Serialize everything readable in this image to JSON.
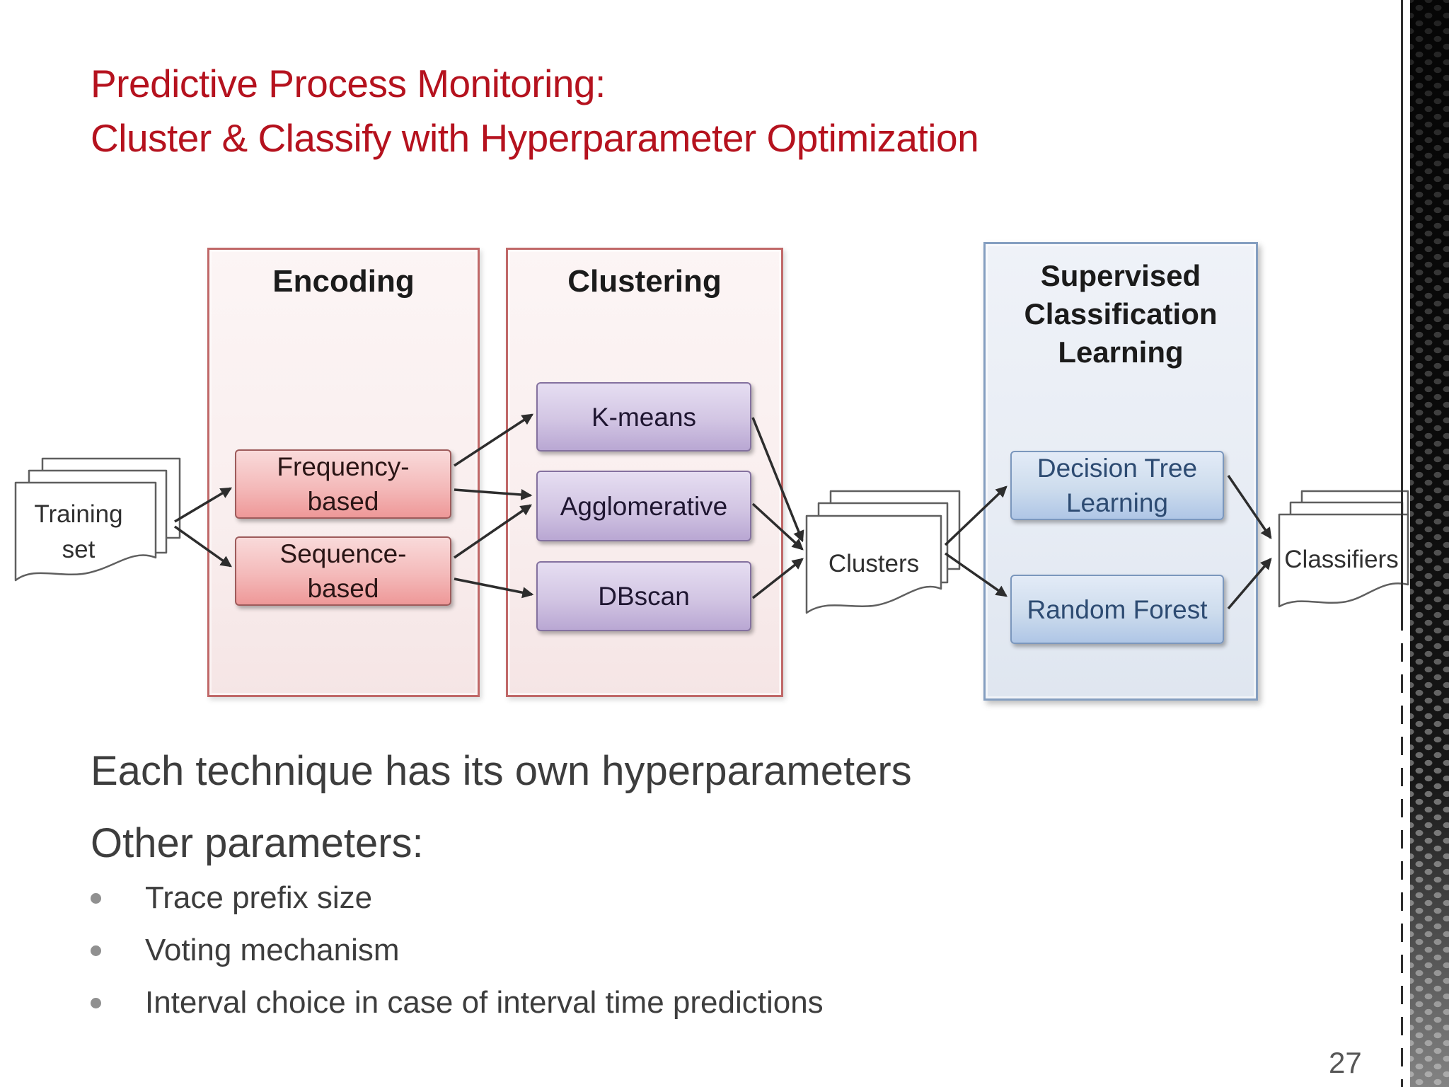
{
  "colors": {
    "title-red": "#b5121e",
    "body-text": "#3d3d3d",
    "bullet-dot": "#909090",
    "page-number": "#575757",
    "arrow": "#2d2d2d",
    "doc-border": "#5f5f5f",
    "pink-panel-border": "#c06868",
    "pink-box-border": "#9e5b5b",
    "purple-box-border": "#84719f",
    "blue-panel-border": "#849ec0",
    "blue-box-border": "#7b97bd",
    "blue-box-text": "#2d4b72"
  },
  "title": {
    "line1": "Predictive Process Monitoring:",
    "line2": "Cluster & Classify with Hyperparameter Optimization"
  },
  "diagram": {
    "documents": {
      "training": "Training set",
      "clusters": "Clusters",
      "classifiers": "Classifiers"
    },
    "panels": [
      {
        "title": "Encoding",
        "boxes": [
          "Frequency-based",
          "Sequence-based"
        ]
      },
      {
        "title": "Clustering",
        "boxes": [
          "K-means",
          "Agglomerative",
          "DBscan"
        ]
      },
      {
        "title": "Supervised Classification Learning",
        "boxes": [
          "Decision Tree Learning",
          "Random Forest"
        ]
      }
    ]
  },
  "body": {
    "statement": "Each technique has its own hyperparameters",
    "subheading": "Other parameters:",
    "bullets": [
      "Trace prefix size",
      "Voting mechanism",
      "Interval choice in case of interval time predictions"
    ]
  },
  "page_number": "27"
}
